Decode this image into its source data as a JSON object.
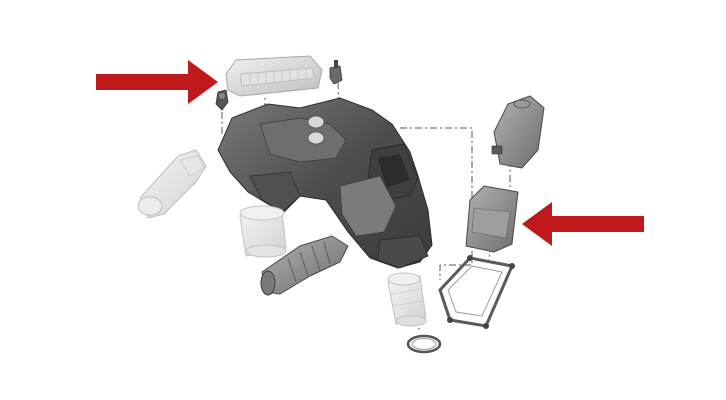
{
  "diagram": {
    "kind": "exploded-parts-view",
    "background": "#ffffff",
    "accent_color": "#c0191c",
    "part_dark": "#5a5a5a",
    "part_mid": "#8c8c8c",
    "part_light": "#d6d6d6",
    "leader_line_style": "dash-dot",
    "callouts": [
      {
        "icon": "right-pointing-arrow",
        "target": "air-filter-element-top"
      },
      {
        "icon": "left-pointing-arrow",
        "target": "filter-cartridge-right"
      }
    ],
    "parts": [
      "air-filter-element-top",
      "upper-sensor-bracket",
      "right-sensor-clip",
      "intake-housing-main",
      "left-intake-duct",
      "upper-hose-sleeve",
      "corrugated-intake-hose",
      "outlet-sleeve",
      "hose-clamp-ring",
      "resonator-top-right",
      "filter-cartridge-right",
      "filter-frame-gasket"
    ]
  }
}
